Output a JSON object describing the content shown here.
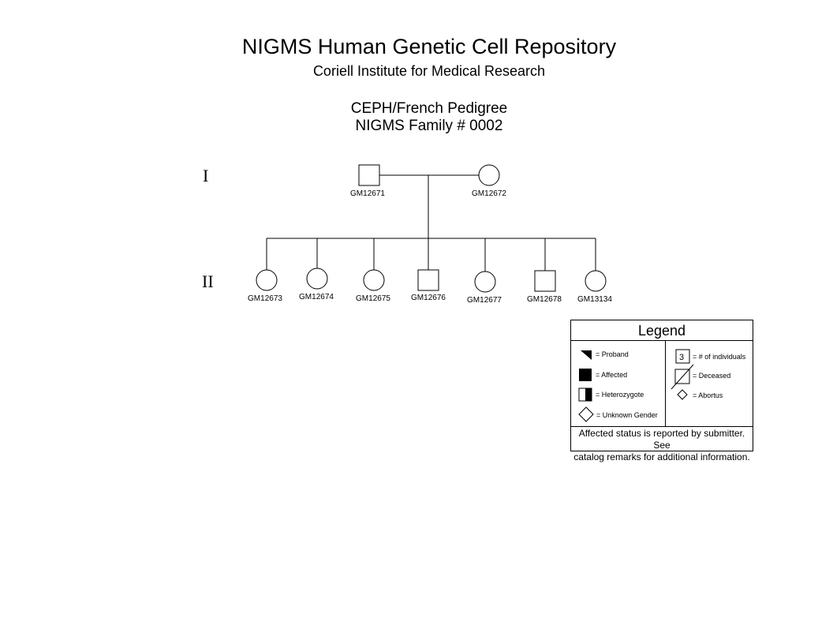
{
  "header": {
    "title": "NIGMS Human Genetic Cell Repository",
    "subtitle": "Coriell Institute for Medical Research",
    "pedigree_name": "CEPH/French Pedigree",
    "family_number": "NIGMS Family # 0002"
  },
  "generations": [
    "I",
    "II"
  ],
  "pedigree": {
    "generation_1": [
      {
        "id": "GM12671",
        "sex": "male",
        "affected": false
      },
      {
        "id": "GM12672",
        "sex": "female",
        "affected": false
      }
    ],
    "generation_2": [
      {
        "id": "GM12673",
        "sex": "female",
        "affected": false
      },
      {
        "id": "GM12674",
        "sex": "female",
        "affected": false
      },
      {
        "id": "GM12675",
        "sex": "female",
        "affected": false
      },
      {
        "id": "GM12676",
        "sex": "male",
        "affected": false
      },
      {
        "id": "GM12677",
        "sex": "female",
        "affected": false
      },
      {
        "id": "GM12678",
        "sex": "male",
        "affected": false
      },
      {
        "id": "GM13134",
        "sex": "female",
        "affected": false
      }
    ]
  },
  "legend": {
    "title": "Legend",
    "items": {
      "proband": "= Proband",
      "affected": "= Affected",
      "heterozygote": "= Heterozygote",
      "unknown_gender": "= Unknown Gender",
      "count": "= # of individuals",
      "count_symbol": "3",
      "deceased": "= Deceased",
      "abortus": "= Abortus"
    },
    "note_line1": "Affected status is reported by submitter. See",
    "note_line2": "catalog remarks for additional information."
  }
}
